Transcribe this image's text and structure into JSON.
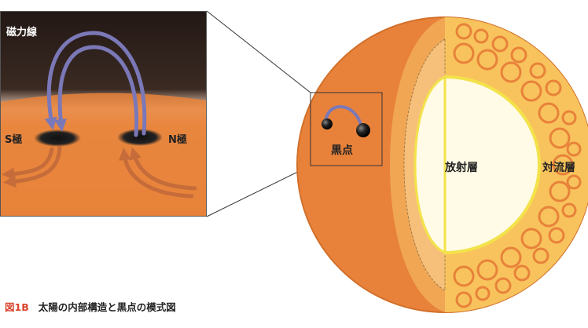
{
  "inset": {
    "title": "磁力線",
    "south_pole": "S極",
    "north_pole": "N極"
  },
  "sun": {
    "sunspot_label": "黒点",
    "radiative_zone": "放射層",
    "convection_zone": "対流層"
  },
  "caption": {
    "number": "図1B",
    "text": "太陽の内部構造と黒点の模式図"
  },
  "colors": {
    "photosphere": "#e8823a",
    "inset_sky": "#231815",
    "field_line": "#7b78b8",
    "flow_arrow": "#c0683a",
    "core": "#fffbe6",
    "convection": "#f8c35c",
    "caption_accent": "#d9442c"
  }
}
